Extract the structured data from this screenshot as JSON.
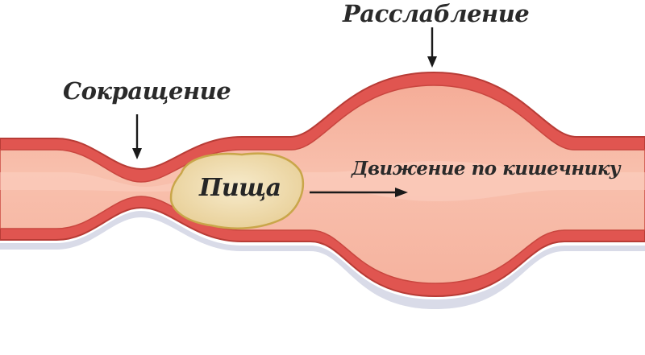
{
  "labels": {
    "relaxation": "Расслабление",
    "contraction": "Сокращение",
    "movement": "Движение по кишечнику",
    "food": "Пища"
  },
  "colors": {
    "wall": "#e05550",
    "wall_outline": "#b83c36",
    "lumen": "#f7b7a4",
    "lumen_highlight": "#fbd3c4",
    "food_fill": "#f0dcae",
    "food_outline": "#c9a64a",
    "shadow": "#d6d8e6",
    "arrow": "#1a1a1a"
  }
}
